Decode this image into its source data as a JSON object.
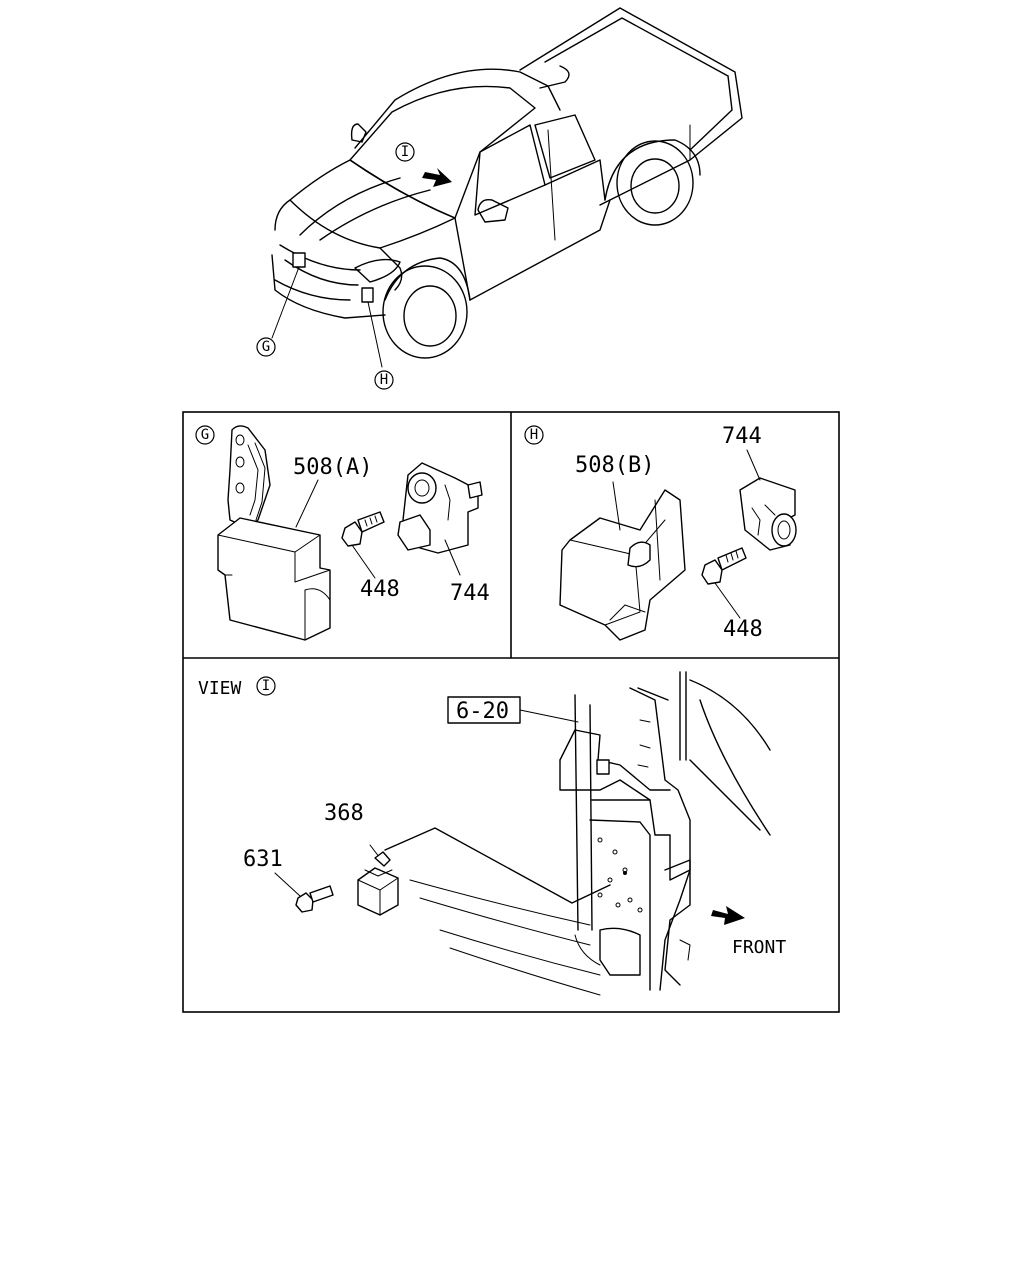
{
  "callouts": {
    "g": "G",
    "h": "H",
    "i": "I"
  },
  "panel_g": {
    "tag": "G",
    "bracket_label": "508(A)",
    "bolt_label": "448",
    "sensor_label": "744"
  },
  "panel_h": {
    "tag": "H",
    "bracket_label": "508(B)",
    "sensor_label": "744",
    "bolt_label": "448"
  },
  "panel_view": {
    "view_label": "VIEW",
    "view_tag": "I",
    "ref_label": "6-20",
    "module_label": "368",
    "bolt_label": "631",
    "front_label": "FRONT"
  }
}
